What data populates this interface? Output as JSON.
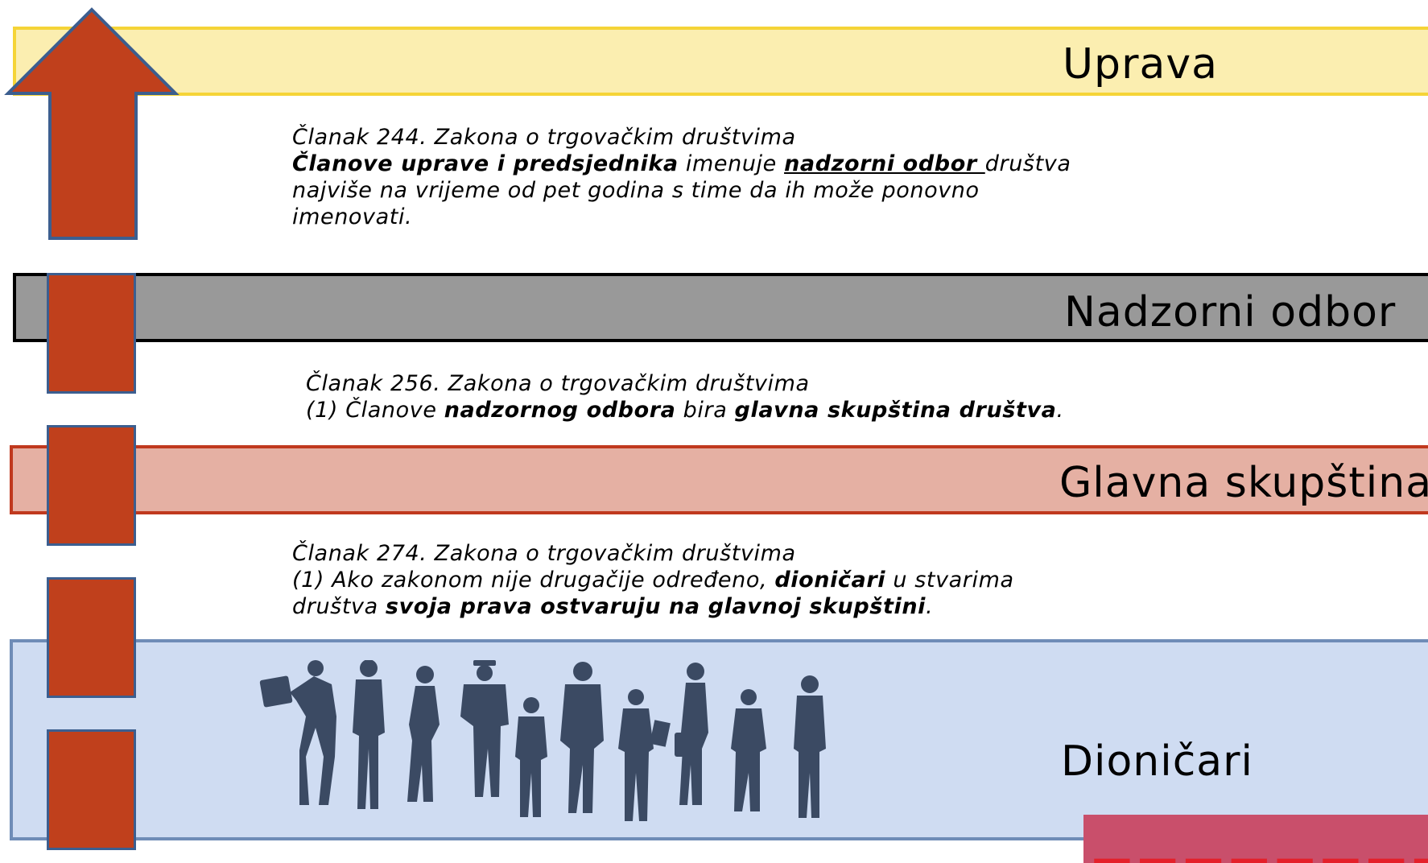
{
  "bands": {
    "uprava": "Uprava",
    "nadzorni_odbor": "Nadzorni odbor",
    "glavna_skupstina": "Glavna skupština",
    "dionicari": "Dioničari"
  },
  "articles": {
    "a244": {
      "title": "Članak 244. Zakona o trgovačkim društvima",
      "b1": "Članove uprave i predsjednika",
      "t1": " imenuje ",
      "b2": "nadzorni odbor ",
      "t2": "društva",
      "line3": "najviše na vrijeme od pet godina s time da ih može ponovno",
      "line4": "imenovati."
    },
    "a256": {
      "title": "Članak 256. Zakona o trgovačkim društvima",
      "t1": "(1) Članove ",
      "b1": "nadzornog odbora",
      "t2": " bira ",
      "b2": "glavna skupština društva",
      "t3": "."
    },
    "a274": {
      "title": "Članak 274. Zakona o trgovačkim društvima",
      "t1": "(1) Ako zakonom nije drugačije određeno, ",
      "b1": "dioničari",
      "t2": " u stvarima",
      "t3": "društva ",
      "b2": "svoja prava ostvaruju na glavnoj skupštini",
      "t4": "."
    }
  },
  "colors": {
    "uprava_fill": "#fbeeb0",
    "uprava_border": "#f5d437",
    "nadzorni_fill": "#999999",
    "glavna_fill": "#e5b0a3",
    "glavna_border": "#c0391e",
    "dionicari_fill": "#cfdcf2",
    "dionicari_border": "#6f8cb7",
    "arrow_fill": "#c0401c",
    "arrow_border": "#3c5e8f",
    "people_silhouette": "#3b4a63"
  },
  "icons": {
    "arrow": "up-arrow-icon",
    "people": "shareholders-silhouette-icon",
    "logo": "logo-strip"
  }
}
